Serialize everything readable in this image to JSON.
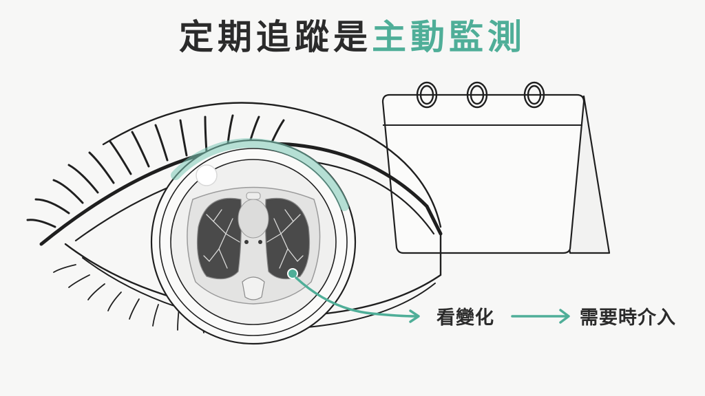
{
  "title": {
    "part1": "定期追蹤是",
    "part2": "主動監測"
  },
  "flow": {
    "step1": "看變化",
    "step2": "需要時介入"
  },
  "colors": {
    "accent": "#4fae98",
    "text": "#2b2b2b",
    "line": "#1f1f1f",
    "lung": "#4a4a4a"
  },
  "icons": [
    "eye-icon",
    "calendar-icon",
    "lung-ct-scan",
    "arrow-right-icon"
  ]
}
